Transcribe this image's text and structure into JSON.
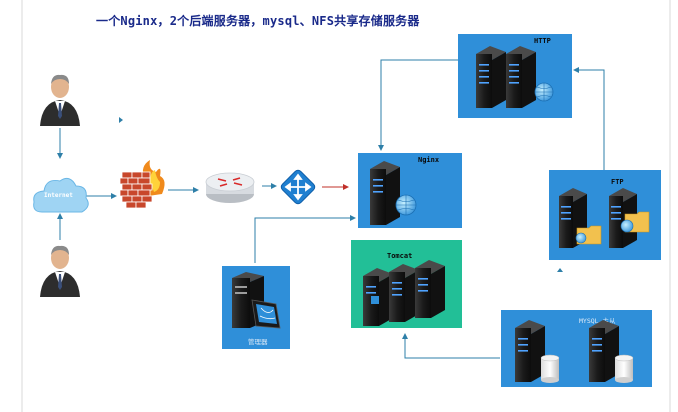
{
  "title": "一个Nginx，2个后端服务器，mysql、NFS共享存储服务器",
  "nodes": {
    "internet": "Internet",
    "nginx": "Nginx",
    "http": "HTTP",
    "ftp": "FTP",
    "tomcat": "Tomcat",
    "admin": "管理器",
    "mysql": "MYSQL 主从"
  },
  "colors": {
    "box_blue": "#2f8fd9",
    "box_green": "#22bf97",
    "arrow": "#2e7fa8",
    "arrow_red": "#c0302a"
  }
}
